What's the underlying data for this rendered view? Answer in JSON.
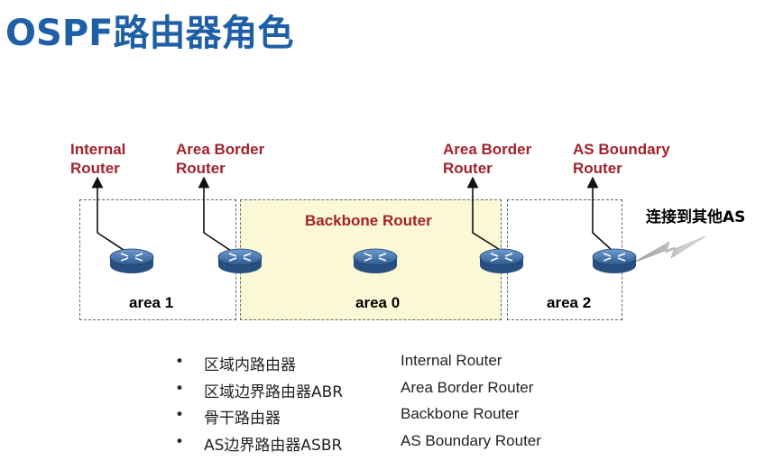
{
  "title": "OSPF路由器角色",
  "areas": [
    {
      "label": "area 1"
    },
    {
      "label": "area 0"
    },
    {
      "label": "area 2"
    }
  ],
  "router_labels": {
    "internal": [
      "Internal",
      "Router"
    ],
    "abr_left": [
      "Area Border",
      "Router"
    ],
    "abr_right": [
      "Area Border",
      "Router"
    ],
    "asbr": [
      "AS Boundary",
      "Router"
    ],
    "backbone": "Backbone Router"
  },
  "connect_label": "连接到其他AS",
  "legend": [
    {
      "bullet": "•",
      "zh": "区域内路由器",
      "en": "Internal Router"
    },
    {
      "bullet": "•",
      "zh": "区域边界路由器ABR",
      "en": "Area Border Router"
    },
    {
      "bullet": "•",
      "zh": "骨干路由器",
      "en": "Backbone Router"
    },
    {
      "bullet": "•",
      "zh": "AS边界路由器ASBR",
      "en": "AS Boundary Router"
    }
  ],
  "colors": {
    "title": "#1f5fa8",
    "label_red": "#a3222c",
    "backbone_fill": "#fbf8d6",
    "router_blue": "#3f6fa6"
  },
  "icons": [
    "router-icon",
    "arrow-icon",
    "lightning-icon"
  ]
}
